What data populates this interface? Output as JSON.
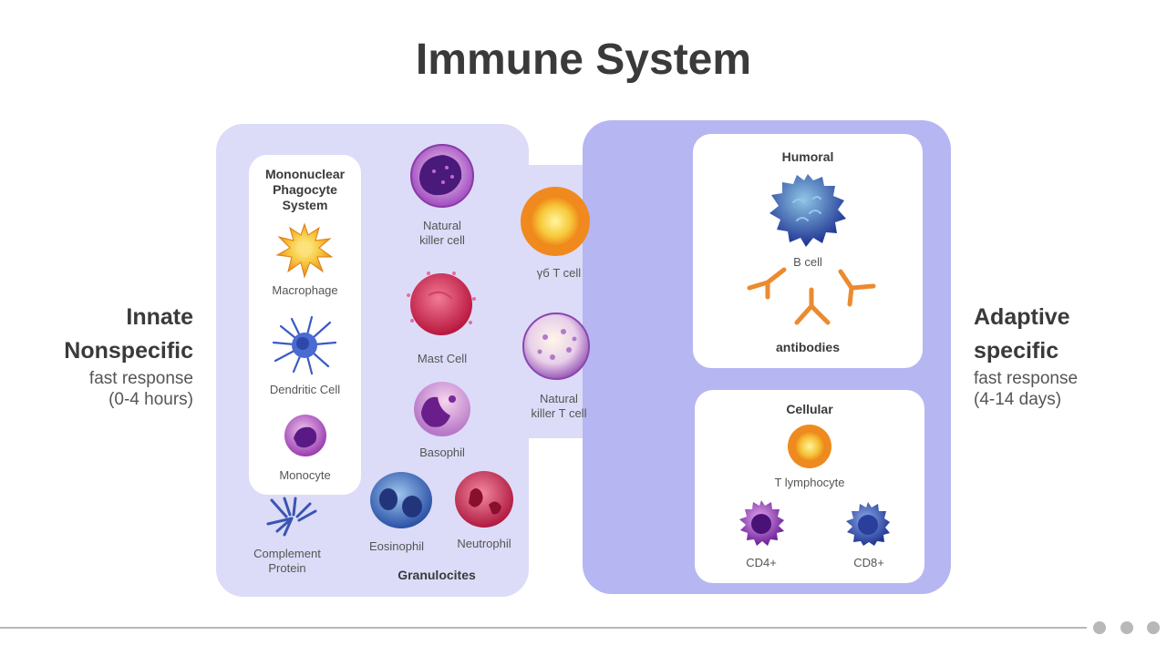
{
  "title": "Immune System",
  "innate": {
    "heading_line1": "Innate",
    "heading_line2": "Nonspecific",
    "sub_line1": "fast response",
    "sub_line2": "(0-4 hours)"
  },
  "adaptive": {
    "heading_line1": "Adaptive",
    "heading_line2": "specific",
    "sub_line1": "fast response",
    "sub_line2": "(4-14 days)"
  },
  "mps": {
    "title_line1": "Mononuclear",
    "title_line2": "Phagocyte",
    "title_line3": "System",
    "macrophage": "Macrophage",
    "dendritic": "Dendritic Cell",
    "monocyte": "Monocyte"
  },
  "innate_cells": {
    "nk_line1": "Natural",
    "nk_line2": "killer cell",
    "gd_t": "γб T cell",
    "mast": "Mast Cell",
    "nkt_line1": "Natural",
    "nkt_line2": "killer T cell",
    "basophil": "Basophil",
    "eosinophil": "Eosinophil",
    "neutrophil": "Neutrophil",
    "complement_line1": "Complement",
    "complement_line2": "Protein",
    "granulocites": "Granulocites"
  },
  "humoral": {
    "title": "Humoral",
    "b_cell": "B cell",
    "antibodies": "antibodies"
  },
  "cellular": {
    "title": "Cellular",
    "t_lymph": "T lymphocyte",
    "cd4": "CD4+",
    "cd8": "CD8+"
  },
  "colors": {
    "innate_bg": "#dcdcf8",
    "adaptive_bg": "#b6b6f2",
    "title_text": "#3a3a3a"
  }
}
